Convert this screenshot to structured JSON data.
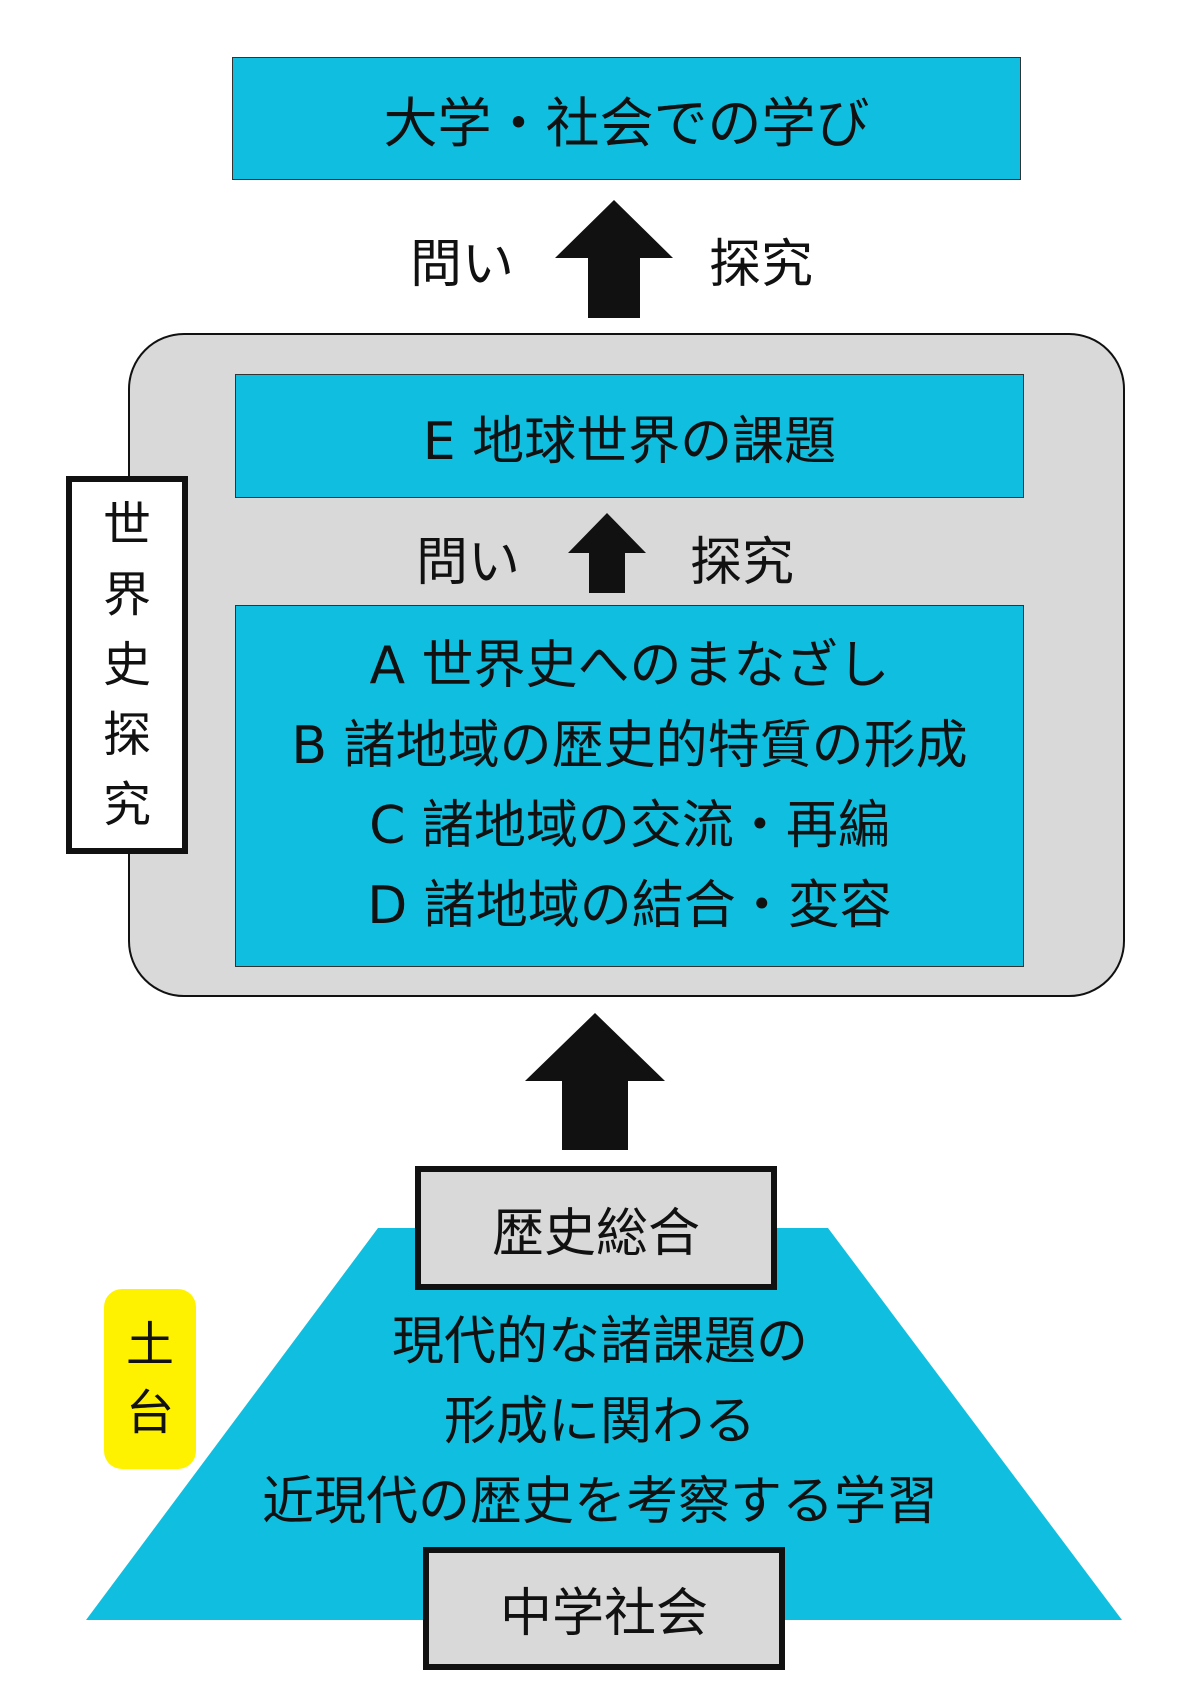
{
  "top": {
    "title": "大学・社会での学び"
  },
  "arrow_labels": {
    "left": "問い",
    "right": "探究"
  },
  "world_history": {
    "side_label": [
      "世",
      "界",
      "史",
      "探",
      "究"
    ],
    "e_box": "E 地球世界の課題",
    "items": [
      "A 世界史へのまなざし",
      "B 諸地域の歴史的特質の形成",
      "C 諸地域の交流・再編",
      "D 諸地域の結合・変容"
    ]
  },
  "foundation": {
    "rekishi_sogo": "歴史総合",
    "description": [
      "現代的な諸課題の",
      "形成に関わる",
      "近現代の歴史を考察する学習"
    ],
    "chugaku": "中学社会",
    "dodai_label": [
      "土",
      "台"
    ]
  },
  "colors": {
    "cyan": "#10bfe0",
    "gray": "#d9d9d9",
    "yellow": "#fff200",
    "arrow": "#111111"
  }
}
